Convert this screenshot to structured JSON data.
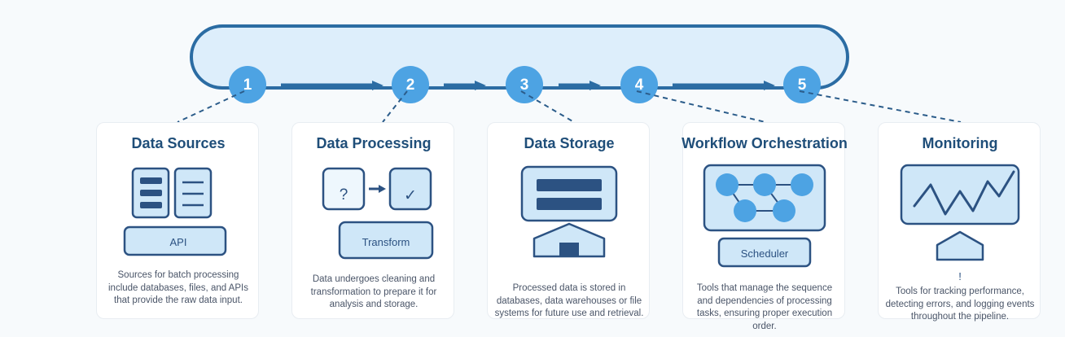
{
  "pipeline": {
    "steps": [
      {
        "label": "1"
      },
      {
        "label": "2"
      },
      {
        "label": "3"
      },
      {
        "label": "4"
      },
      {
        "label": "5"
      }
    ],
    "arrows": [
      "arrow-long",
      "arrow-short",
      "arrow-short",
      "arrow-long"
    ]
  },
  "colors": {
    "page_background": "#f7fafc",
    "bar_fill": "#ddeefb",
    "bar_border": "#2b6ca3",
    "circle_fill": "#4da3e3",
    "circle_text": "#ffffff",
    "title_text": "#1f4e79",
    "body_text": "#4a5568",
    "icon_dark": "#2c5282",
    "icon_light_fill": "#bfe0f5",
    "icon_pale_fill": "#eef7fd",
    "card_background": "#ffffff",
    "card_border": "#e8edf2",
    "connector": "#2b5c8a"
  },
  "cards": [
    {
      "title": "Data Sources",
      "pill_label": "API",
      "description": "Sources for batch processing include databases, files, and APIs that provide the raw data input."
    },
    {
      "title": "Data Processing",
      "box_left_label": "?",
      "box_right_label": "✓",
      "pill_label": "Transform",
      "description": "Data undergoes cleaning and transformation to prepare it for analysis and storage."
    },
    {
      "title": "Data Storage",
      "description": "Processed data is stored in databases, data warehouses or file systems for future use and retrieval."
    },
    {
      "title": "Workflow Orchestration",
      "pill_label": "Scheduler",
      "description": "Tools that manage the sequence and dependencies of processing tasks, ensuring proper execution order."
    },
    {
      "title": "Monitoring",
      "alert_label": "!",
      "description": "Tools for tracking performance, detecting errors, and logging events throughout the pipeline."
    }
  ]
}
